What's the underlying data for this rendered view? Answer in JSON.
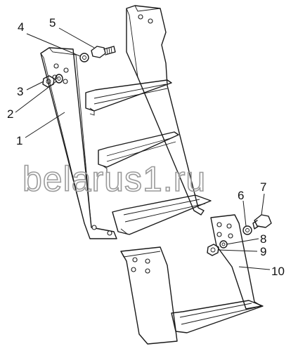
{
  "diagram": {
    "type": "exploded-parts-drawing",
    "subject": "step ladder assembly",
    "callouts": [
      {
        "id": "1",
        "text": "1"
      },
      {
        "id": "2",
        "text": "2"
      },
      {
        "id": "3",
        "text": "3"
      },
      {
        "id": "4",
        "text": "4"
      },
      {
        "id": "5",
        "text": "5"
      },
      {
        "id": "6",
        "text": "6"
      },
      {
        "id": "7",
        "text": "7"
      },
      {
        "id": "8",
        "text": "8"
      },
      {
        "id": "9",
        "text": "9"
      },
      {
        "id": "10",
        "text": "10"
      }
    ]
  },
  "watermark": {
    "text": "belarus1.ru",
    "color": "#9a9a9a"
  }
}
